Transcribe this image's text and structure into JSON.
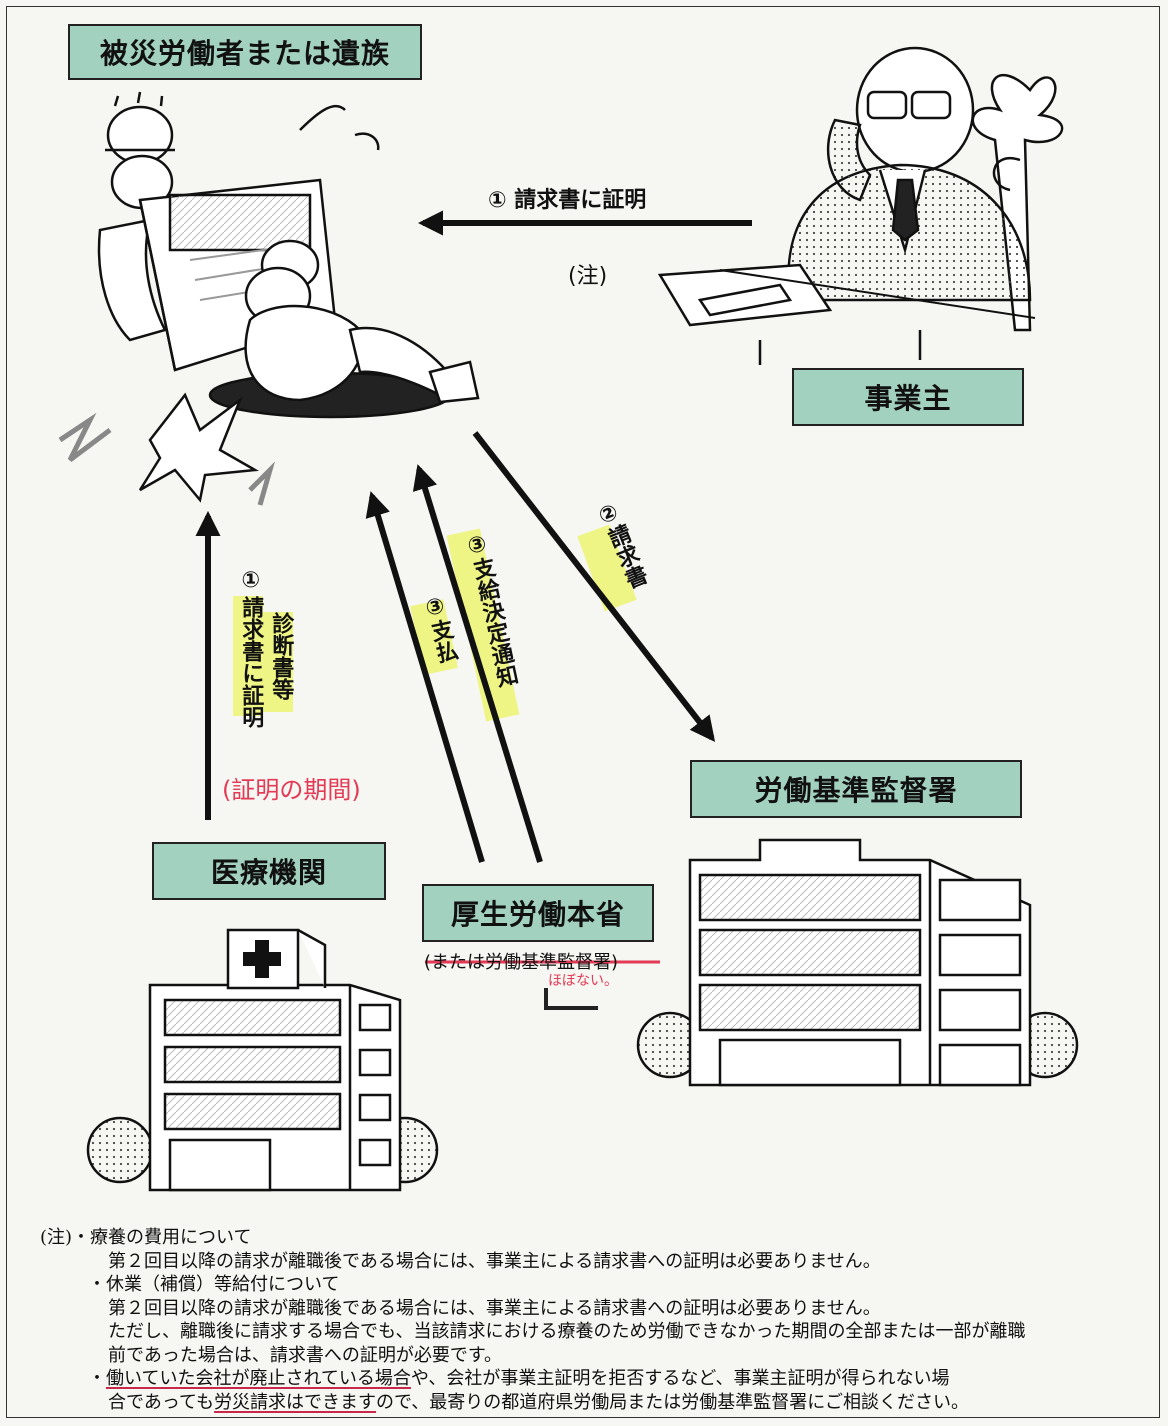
{
  "boxes": {
    "victim": "被災労働者または遺族",
    "employer": "事業主",
    "inspection": "労働基準監督署",
    "medical": "医療機関",
    "ministry": "厚生労働本省"
  },
  "ministry_sub": "(または労働基準監督署)",
  "handwritten": {
    "period": "(証明の期間)",
    "rarely": "ほぼない。"
  },
  "flows": {
    "employer_arrow": "① 請求書に証明",
    "employer_note": "(注)",
    "medical_num": "①",
    "medical_col1": "請求書に証明",
    "medical_col2": "診断書等",
    "payment": "③支払",
    "decision": "③支給決定通知",
    "claim": "②請求書"
  },
  "notes": {
    "lead": "(注)",
    "item1_head": "・療養の費用について",
    "item1_body": "第２回目以降の請求が離職後である場合には、事業主による請求書への証明は必要ありません。",
    "item2_head": "・休業（補償）等給付について",
    "item2_body1": "第２回目以降の請求が離職後である場合には、事業主による請求書への証明は必要ありません。",
    "item2_body2": "ただし、離職後に請求する場合でも、当該請求における療養のため労働できなかった期間の全部または一部が離職",
    "item2_body3": "前であった場合は、請求書への証明が必要です。",
    "item3_bullet": "・",
    "item3_u1": "働いていた会社が廃止されている場合",
    "item3_rest1": "や、会社が事業主証明を拒否するなど、事業主証明が得られない場",
    "item3_pre2": "合であっても",
    "item3_u2": "労災請求はできます",
    "item3_rest2": "ので、最寄りの都道府県労働局または労働基準監督署にご相談ください。"
  }
}
